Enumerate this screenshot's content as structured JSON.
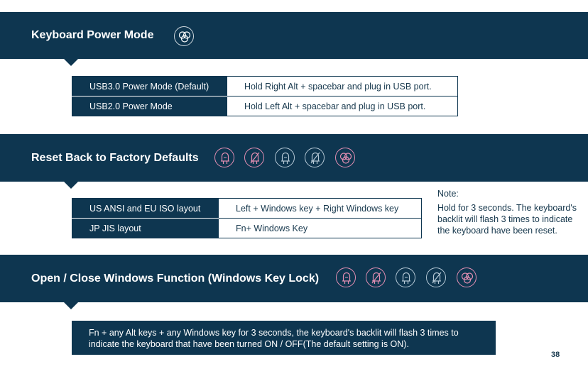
{
  "sections": [
    {
      "title": "Keyboard Power Mode",
      "icons": [
        "light-mode-icon"
      ],
      "rows": [
        {
          "label": "USB3.0 Power Mode (Default)",
          "value": "Hold Right Alt + spacebar and plug in USB port."
        },
        {
          "label": "USB2.0 Power Mode",
          "value": "Hold Left Alt + spacebar and plug in USB port."
        }
      ]
    },
    {
      "title": "Reset Back to Factory Defaults",
      "icons": [
        "backlight-on-icon",
        "backlight-off-icon",
        "backlight-on-icon",
        "backlight-off-icon",
        "light-mode-icon"
      ],
      "rows": [
        {
          "label": "US ANSI and EU ISO layout",
          "value": "Left + Windows key + Right Windows key"
        },
        {
          "label": "JP JIS layout",
          "value": "Fn+ Windows Key"
        }
      ],
      "note": {
        "title": "Note:",
        "text": "Hold for 3 seconds. The keyboard's backlit will flash 3 times to indicate the keyboard have been reset."
      }
    },
    {
      "title": "Open / Close Windows Function (Windows Key Lock)",
      "icons": [
        "backlight-on-icon",
        "backlight-off-icon",
        "backlight-on-icon",
        "backlight-off-icon",
        "light-mode-icon"
      ],
      "description": "Fn + any Alt keys + any Windows key for 3 seconds, the keyboard's backlit will flash 3 times to indicate the keyboard that have been turned ON / OFF(The default setting is ON)."
    }
  ],
  "page_number": "38",
  "colors": {
    "navy": "#0e3650",
    "pink_icon": "#e48fb3",
    "blue_icon": "#b6c9d6",
    "white": "#ffffff"
  }
}
